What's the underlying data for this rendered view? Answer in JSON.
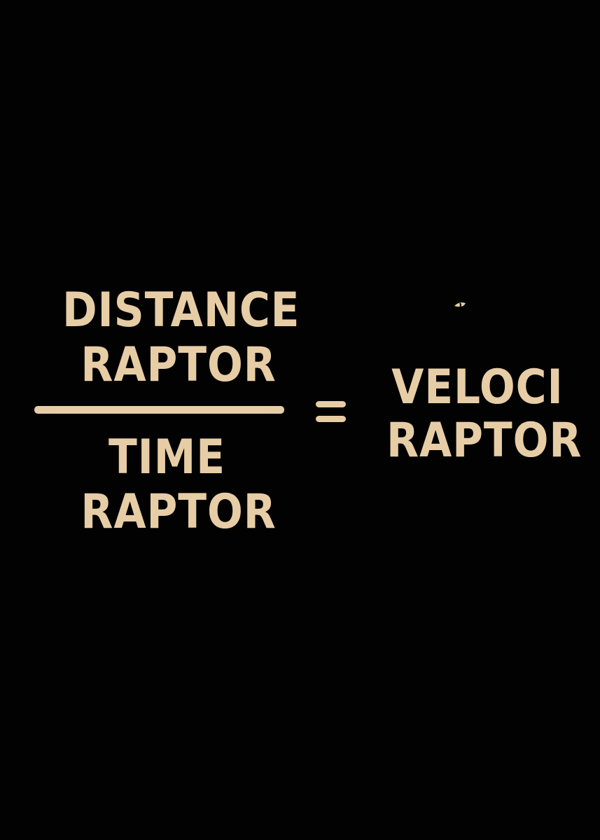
{
  "poster": {
    "numerator": {
      "line1": "DISTANCE",
      "line2": "RAPTOR"
    },
    "denominator": {
      "line1": "TIME",
      "line2": "RAPTOR"
    },
    "operator": "=",
    "result": {
      "line1": "VELOCI",
      "line2": "RAPTOR"
    },
    "decorations": {
      "eye": "raptor-eye-icon"
    },
    "colors": {
      "background": "#020202",
      "text": "#e7cda6"
    }
  }
}
